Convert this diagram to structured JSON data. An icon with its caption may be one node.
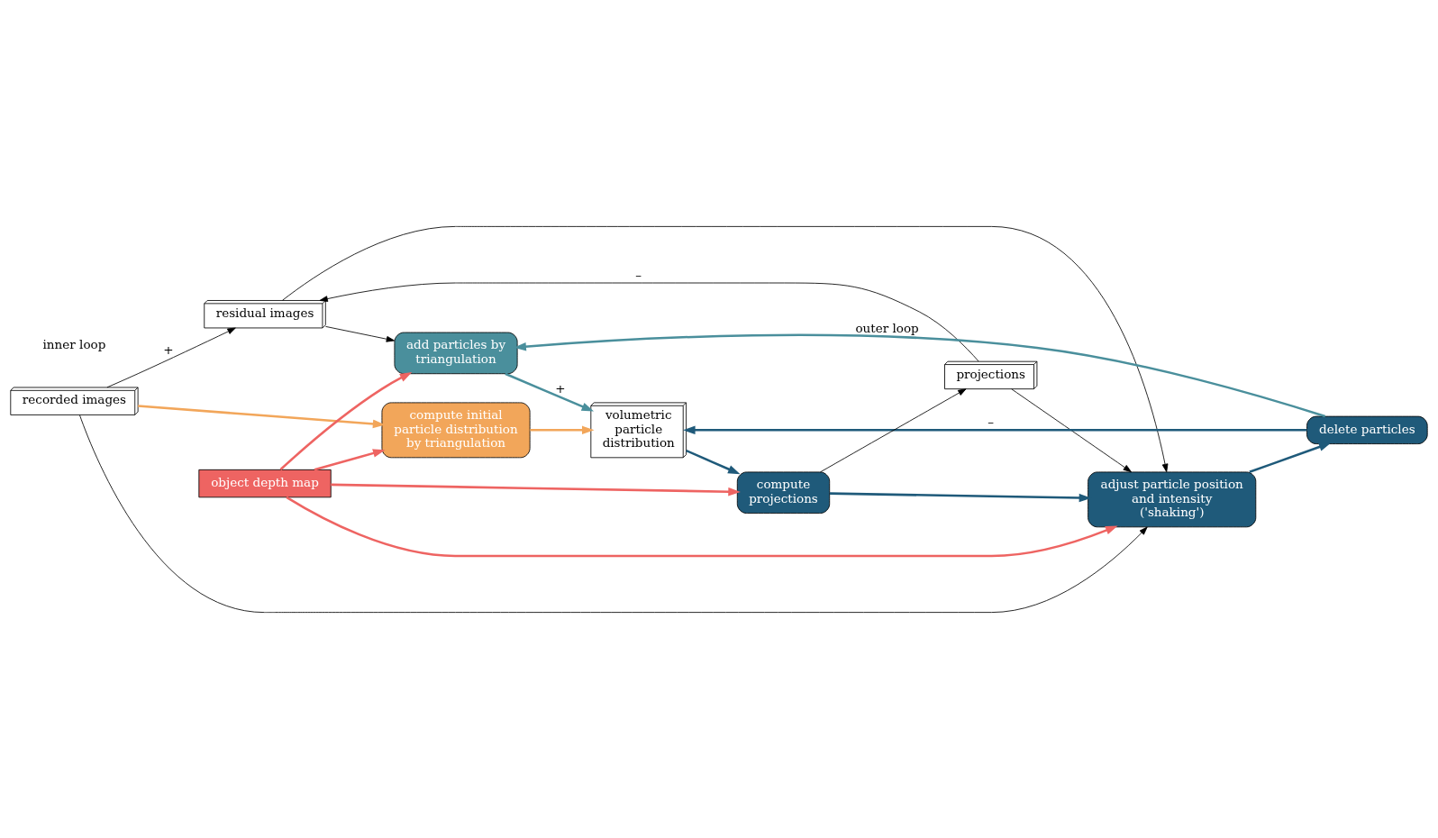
{
  "diagram": {
    "nodes": [
      {
        "text": [
          "recorded images"
        ]
      },
      {
        "text": [
          "residual images"
        ]
      },
      {
        "text": [
          "projections"
        ]
      },
      {
        "text": [
          "compute initial particle distribution by triangulation"
        ]
      },
      {
        "text": [
          "add particles by triangulation"
        ]
      },
      {
        "text": [
          "object depth map"
        ]
      },
      {
        "text": [
          "delete particles"
        ]
      },
      {
        "text": [
          "adjust particle position and intensity ('shaking')"
        ]
      },
      {
        "text": [
          "volumetric particle distribution"
        ]
      },
      {
        "text": [
          "compute projections"
        ]
      }
    ],
    "edges": [
      {
        "from": 0,
        "to": 3,
        "arrow": "to",
        "color": "#f2a65a"
      },
      {
        "from": 1,
        "to": 4,
        "arrow": "to"
      },
      {
        "from": 0,
        "to": 1,
        "arrow": "to",
        "label": "+"
      },
      {
        "from": 2,
        "to": 1,
        "arrow": "to",
        "label": "–"
      },
      {
        "from": 1,
        "to": 7,
        "arrow": "to"
      },
      {
        "from": 0,
        "to": 7,
        "arrow": "to"
      },
      {
        "from": 2,
        "to": 7,
        "arrow": "to"
      },
      {
        "from": 6,
        "to": 4,
        "arrow": "to",
        "label": "outer loop",
        "color": "#4a8f9c"
      },
      {
        "from": 7,
        "to": 6,
        "arrow": "to",
        "color": "#1f5a7a"
      },
      {
        "from": 6,
        "to": 8,
        "arrow": "to",
        "label": "–",
        "color": "#1f5a7a"
      },
      {
        "from": 4,
        "to": 8,
        "arrow": "to",
        "label": "+",
        "color": "#4a8f9c"
      },
      {
        "from": 3,
        "to": 8,
        "arrow": "to",
        "color": "#f2a65a"
      },
      {
        "from": 5,
        "to": 3,
        "arrow": "to",
        "color": "#ee6462"
      },
      {
        "from": 5,
        "to": 4,
        "arrow": "to",
        "color": "#ee6462"
      },
      {
        "from": 5,
        "to": 7,
        "arrow": "to",
        "color": "#ee6462"
      },
      {
        "from": 5,
        "to": 9,
        "arrow": "to",
        "color": "#ee6462"
      },
      {
        "from": 8,
        "to": 9,
        "arrow": "to",
        "color": "#1f5a7a"
      },
      {
        "from": 9,
        "to": 7,
        "arrow": "to",
        "color": "#1f5a7a"
      },
      {
        "from": 9,
        "to": 2,
        "arrow": "to"
      }
    ],
    "labels": [
      "inner loop"
    ]
  }
}
